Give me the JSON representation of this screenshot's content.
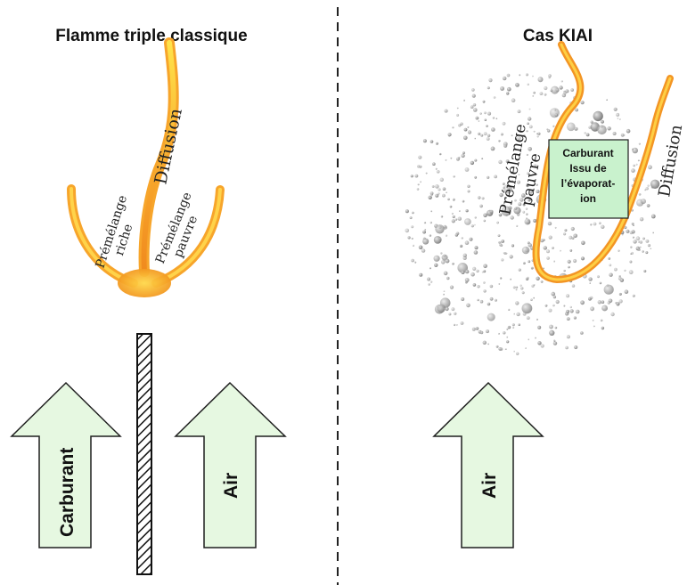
{
  "left_panel": {
    "title": "Flamme triple classique",
    "flame_labels": {
      "diffusion": "Diffusion",
      "rich_line1": "Prémélange",
      "rich_line2": "riche",
      "lean_line1": "Prémélange",
      "lean_line2": "pauvre"
    },
    "arrows": {
      "fuel": "Carburant",
      "air": "Air"
    }
  },
  "right_panel": {
    "title": "Cas KIAI",
    "flame_labels": {
      "lean_line1": "Prémélange",
      "lean_line2": "pauvre",
      "diffusion": "Diffusion"
    },
    "fuel_box": {
      "line1": "Carburant",
      "line2": "Issu de",
      "line3": "l’évaporat-",
      "line4": "ion"
    },
    "arrows": {
      "air": "Air"
    }
  },
  "colors": {
    "arrow_fill": "#e6f8e1",
    "arrow_stroke": "#1f1f1f",
    "box_fill": "#c9f2cd",
    "flame_outer": "#f7a52b",
    "flame_inner": "#ffe34a",
    "flame_core": "#f08a1e",
    "droplet": "#9a9a9a",
    "divider": "#222222"
  }
}
